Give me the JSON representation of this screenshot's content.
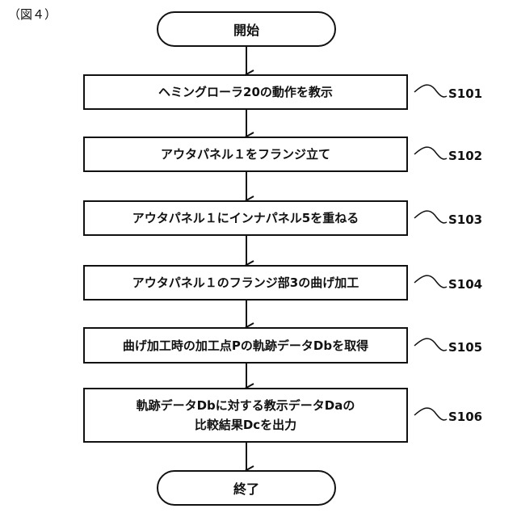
{
  "figure_label": "（図４）",
  "start": {
    "label": "開始"
  },
  "end": {
    "label": "終了"
  },
  "steps": [
    {
      "id": "S101",
      "lines": [
        "ヘミングローラ20の動作を教示"
      ]
    },
    {
      "id": "S102",
      "lines": [
        "アウタパネル１をフランジ立て"
      ]
    },
    {
      "id": "S103",
      "lines": [
        "アウタパネル１にインナパネル5を重ねる"
      ]
    },
    {
      "id": "S104",
      "lines": [
        "アウタパネル１のフランジ部3の曲げ加工"
      ]
    },
    {
      "id": "S105",
      "lines": [
        "曲げ加工時の加工点Pの軌跡データDbを取得"
      ]
    },
    {
      "id": "S106",
      "lines": [
        "軌跡データDbに対する教示データDaの",
        "比較結果Dcを出力"
      ]
    }
  ]
}
